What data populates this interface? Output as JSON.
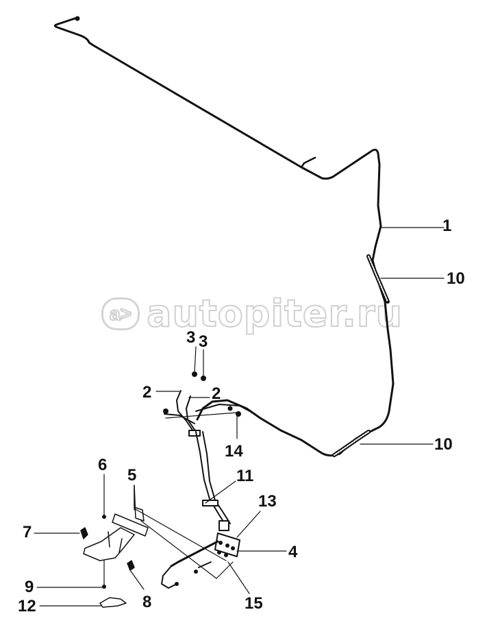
{
  "diagram": {
    "type": "exploded-parts-diagram",
    "subject": "wiring harness / cable assembly with mounting brackets",
    "watermark": {
      "logo": "a>",
      "text": "autopiter.ru"
    },
    "callouts": [
      {
        "id": "c1",
        "label": "1",
        "part": "main cable"
      },
      {
        "id": "c2a",
        "label": "2"
      },
      {
        "id": "c2b",
        "label": "2"
      },
      {
        "id": "c3a",
        "label": "3"
      },
      {
        "id": "c3b",
        "label": "3"
      },
      {
        "id": "c4",
        "label": "4"
      },
      {
        "id": "c5",
        "label": "5"
      },
      {
        "id": "c6",
        "label": "6"
      },
      {
        "id": "c7",
        "label": "7"
      },
      {
        "id": "c8",
        "label": "8"
      },
      {
        "id": "c9",
        "label": "9"
      },
      {
        "id": "c10a",
        "label": "10",
        "part": "protective sleeve"
      },
      {
        "id": "c10b",
        "label": "10",
        "part": "protective sleeve"
      },
      {
        "id": "c11",
        "label": "11"
      },
      {
        "id": "c12",
        "label": "12"
      },
      {
        "id": "c13",
        "label": "13"
      },
      {
        "id": "c14",
        "label": "14"
      },
      {
        "id": "c15",
        "label": "15"
      }
    ],
    "colors": {
      "line": "#111111",
      "background": "#ffffff",
      "watermark": "#d0d0d0"
    }
  }
}
